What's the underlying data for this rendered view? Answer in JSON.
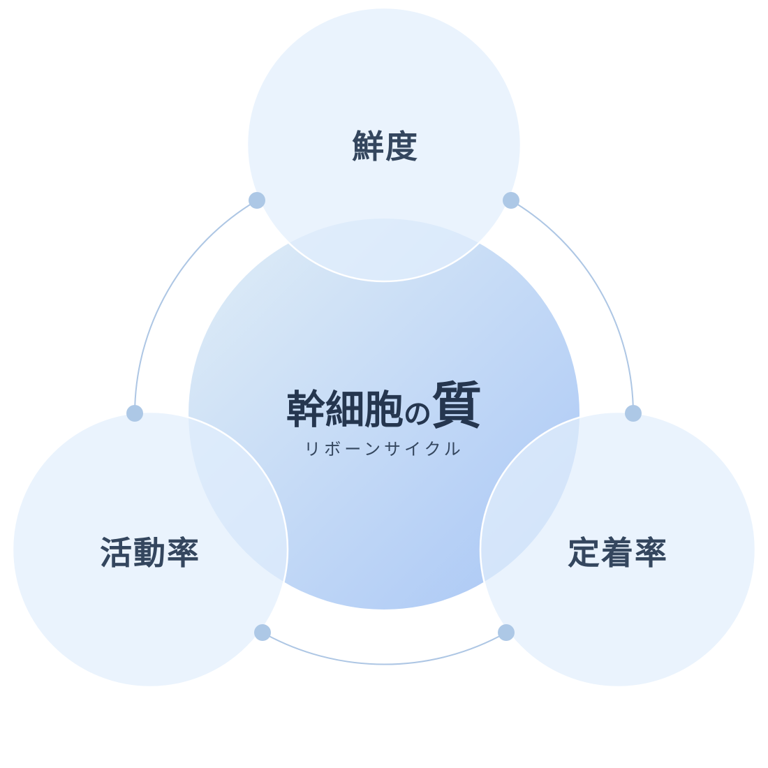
{
  "center": {
    "title_main": "幹細胞",
    "title_particle": "の",
    "title_emph": "質",
    "subtitle": "リボーンサイクル"
  },
  "nodes": [
    {
      "label": "鮮度"
    },
    {
      "label": "活動率"
    },
    {
      "label": "定着率"
    }
  ],
  "colors": {
    "node_fill": "#e4f0fc",
    "ring": "#adc6e4",
    "dot": "#adc8e6",
    "gradient_start": "#dcebf6",
    "gradient_end": "#aac8f5",
    "text": "#2a3a52"
  }
}
